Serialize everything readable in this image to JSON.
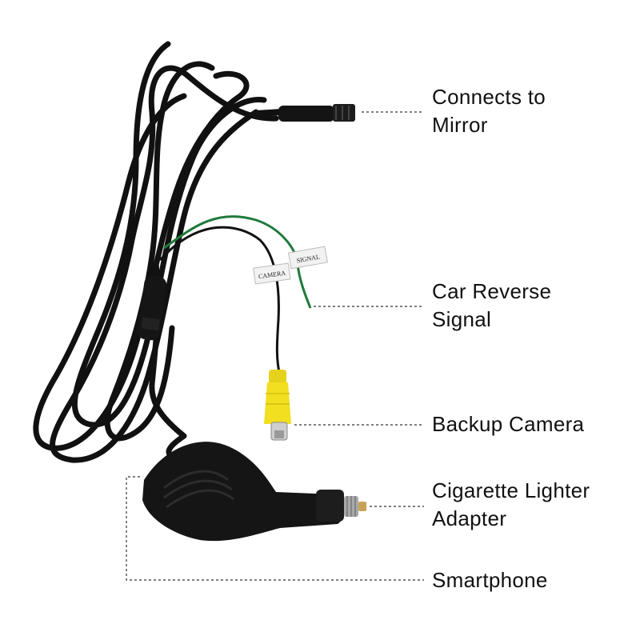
{
  "labels": {
    "mirror": "Connects to\nMirror",
    "reverse": "Car Reverse\nSignal",
    "camera": "Backup Camera",
    "lighter": "Cigarette Lighter\nAdapter",
    "smartphone": "Smartphone"
  },
  "tags": {
    "camera": "CAMERA",
    "signal": "SIGNAL"
  },
  "colors": {
    "cable": "#111111",
    "green_wire": "#1f7a3a",
    "rca_plug": "#f2df1f",
    "leader_line": "#333333",
    "text": "#111111"
  }
}
